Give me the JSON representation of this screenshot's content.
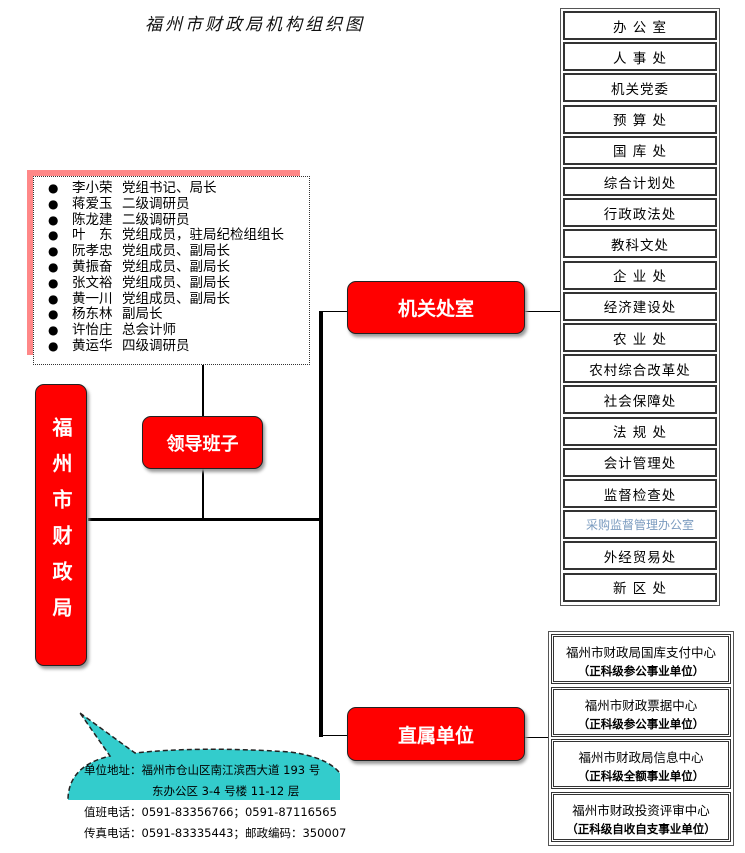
{
  "title": "福州市财政局机构组织图",
  "root": "福州市财政局",
  "leadership": {
    "label": "领导班子",
    "members": [
      {
        "name": "李小荣",
        "role": "党组书记、局长"
      },
      {
        "name": "蒋爱玉",
        "role": "二级调研员"
      },
      {
        "name": "陈龙建",
        "role": "二级调研员"
      },
      {
        "name": "叶　东",
        "role": "党组成员，驻局纪检组组长"
      },
      {
        "name": "阮孝忠",
        "role": "党组成员、副局长"
      },
      {
        "name": "黄振奋",
        "role": "党组成员、副局长"
      },
      {
        "name": "张文裕",
        "role": "党组成员、副局长"
      },
      {
        "name": "黄一川",
        "role": "党组成员、副局长"
      },
      {
        "name": "杨东林",
        "role": "副局长"
      },
      {
        "name": "许怡庄",
        "role": "总会计师"
      },
      {
        "name": "黄运华",
        "role": "四级调研员"
      }
    ]
  },
  "offices": {
    "label": "机关处室",
    "items": [
      "办 公 室",
      "人 事 处",
      "机关党委",
      "预 算 处",
      "国 库 处",
      "综合计划处",
      "行政政法处",
      "教科文处",
      "企 业 处",
      "经济建设处",
      "农 业 处",
      "农村综合改革处",
      "社会保障处",
      "法 规 处",
      "会计管理处",
      "监督检查处",
      "采购监督管理办公室",
      "外经贸易处",
      "新 区 处"
    ],
    "muted_index": 16,
    "muted_color": "#7a9bbf"
  },
  "units": {
    "label": "直属单位",
    "items": [
      {
        "name": "福州市财政局国库支付中心",
        "level": "（正科级参公事业单位）"
      },
      {
        "name": "福州市财政票据中心",
        "level": "（正科级参公事业单位）"
      },
      {
        "name": "福州市财政局信息中心",
        "level": "（正科级全额事业单位）"
      },
      {
        "name": "福州市财政投资评审中心",
        "level": "（正科级自收自支事业单位）"
      }
    ]
  },
  "contact": {
    "address1": "单位地址：福州市仓山区南江滨西大道 193 号",
    "address2": "东办公区 3-4 号楼 11-12 层",
    "duty": "值班电话：0591-83356766；0591-87116565",
    "fax": "传真电话：0591-83335443；邮政编码：350007"
  },
  "colors": {
    "red": "#ff0000",
    "callout": "#33cccc",
    "shadow": "#ff8888"
  }
}
